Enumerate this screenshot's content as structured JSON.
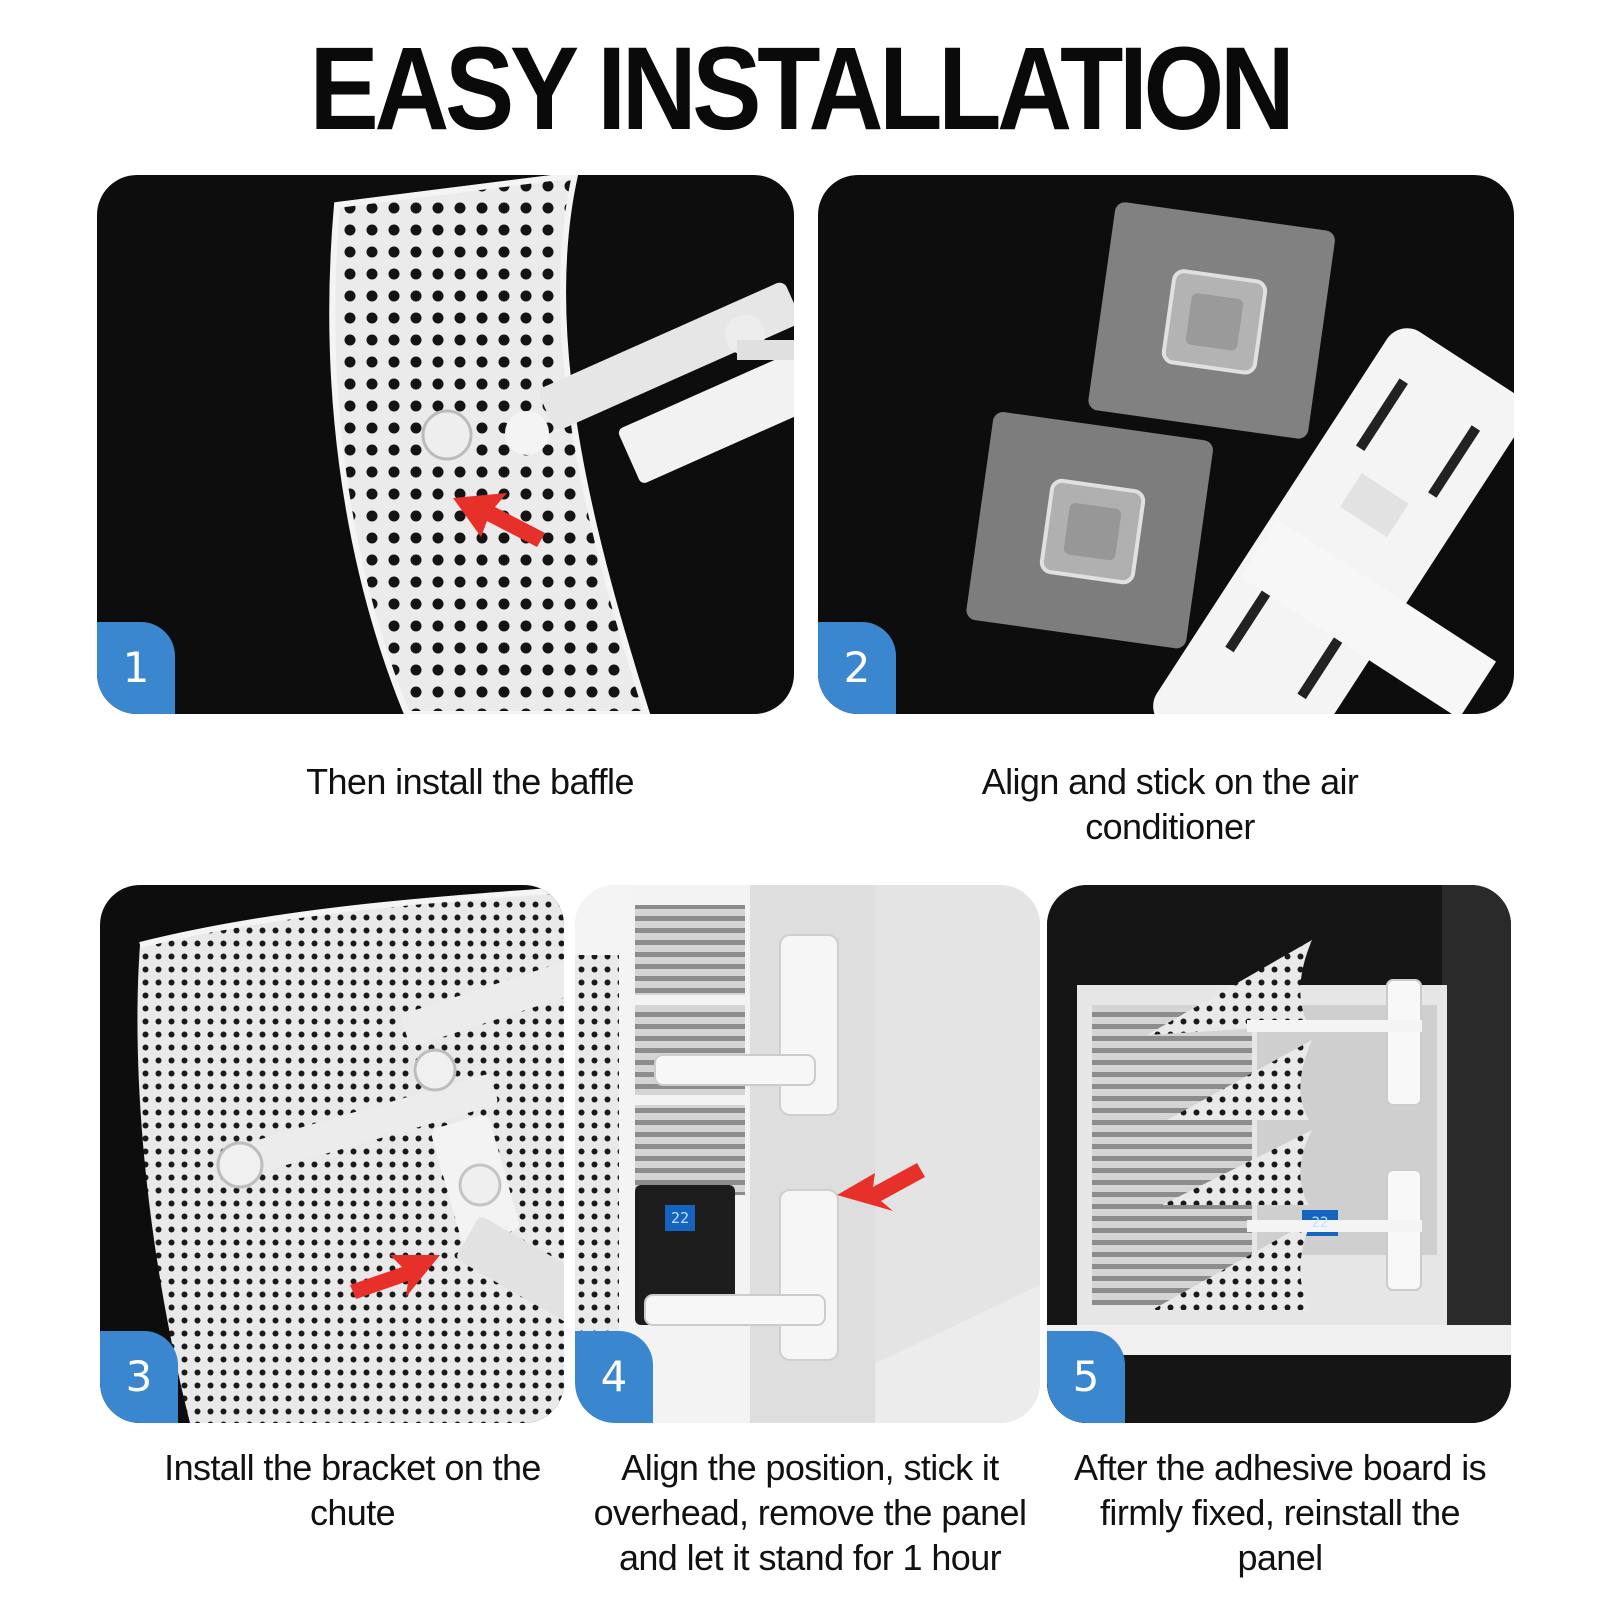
{
  "page": {
    "title": "EASY INSTALLATION",
    "accent_color": "#3a86cf",
    "arrow_color": "#e8302a"
  },
  "steps": [
    {
      "number": "1",
      "caption": "Then install the baffle"
    },
    {
      "number": "2",
      "caption": "Align and stick on the air conditioner"
    },
    {
      "number": "3",
      "caption": "Install the bracket on the chute"
    },
    {
      "number": "4",
      "caption": "Align the position, stick it overhead, remove the panel and let it stand for 1 hour"
    },
    {
      "number": "5",
      "caption": "After the adhesive board is firmly fixed, reinstall the panel"
    }
  ],
  "display_readouts": [
    "22",
    "22"
  ]
}
